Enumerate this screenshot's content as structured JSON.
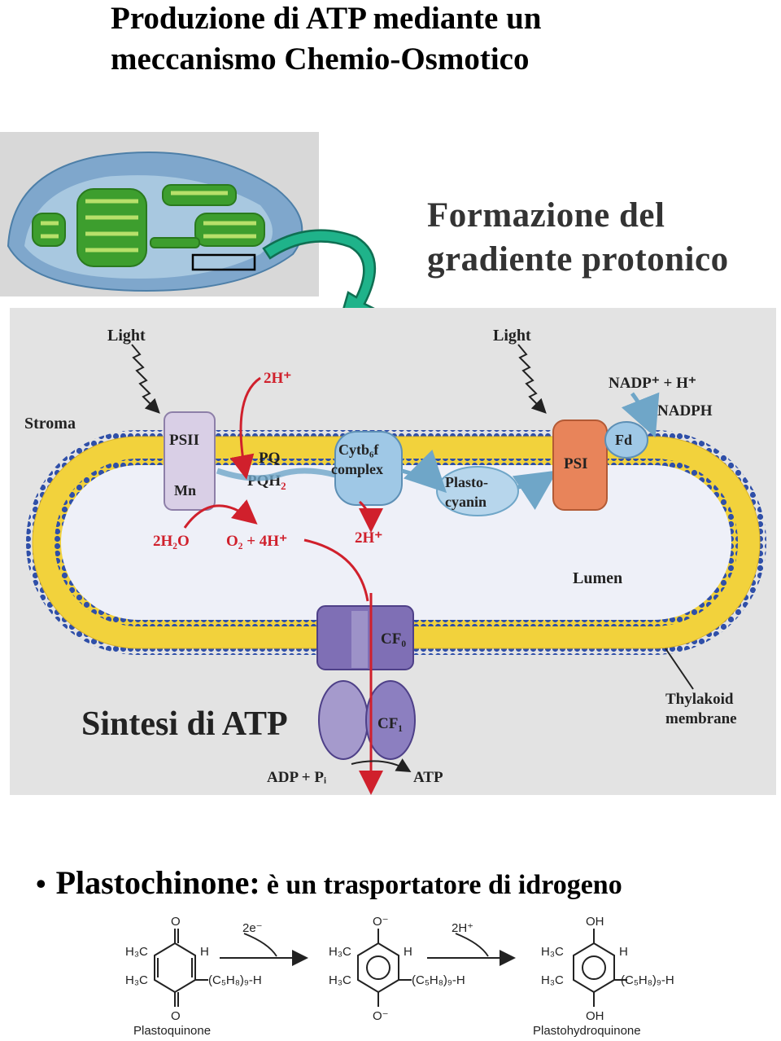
{
  "title": {
    "line1": "Produzione di ATP mediante un",
    "line2": "meccanismo Chemio-Osmotico"
  },
  "subtitle": {
    "line1": "Formazione del",
    "line2": "gradiente protonico"
  },
  "callout": "Sintesi di ATP",
  "diagram": {
    "light_left": "Light",
    "light_right": "Light",
    "stroma": "Stroma",
    "lumen": "Lumen",
    "psii": "PSII",
    "mn": "Mn",
    "pq": "PQ",
    "pqh2": "PQH",
    "pqh2_sub": "2",
    "cyt_line1": "Cytb₆f",
    "cyt_line2": "complex",
    "plasto_line1": "Plasto-",
    "plasto_line2": "cyanin",
    "psi": "PSI",
    "fd": "Fd",
    "nadp": "NADP⁺ + H⁺",
    "nadph": "NADPH",
    "h2o": "2H₂O",
    "o2": "O₂ + 4H⁺",
    "h_top": "2H⁺",
    "h_lumen": "2H⁺",
    "cfo": "CF₀",
    "cf1": "CF₁",
    "adp": "ADP + Pᵢ",
    "atp": "ATP",
    "thylakoid_line1": "Thylakoid",
    "thylakoid_line2": "membrane",
    "colors": {
      "proton_arrow": "#d0202c",
      "membrane_yellow": "#f2d23c",
      "head_blue": "#2f4fa8",
      "psi": "#e8845a",
      "psii": "#d9cfe6",
      "cyt": "#9fc8e6",
      "atp_synthase": "#7f6fb5",
      "callout_arrow": "#1fb38a"
    }
  },
  "bullet": {
    "term": "Plastochinone:",
    "rest": "è un trasportatore di idrogeno"
  },
  "scheme": {
    "step1": "2e⁻",
    "step2": "2H⁺",
    "o_top": "O",
    "o_bottom": "O",
    "o_minus_top": "O⁻",
    "o_minus_bottom": "O⁻",
    "oh_top": "OH",
    "oh_bottom": "OH",
    "h3c": "H₃C",
    "h": "H",
    "chain": "(C₅H₈)₉-H",
    "name_left": "Plastoquinone",
    "name_right": "Plastohydroquinone"
  }
}
